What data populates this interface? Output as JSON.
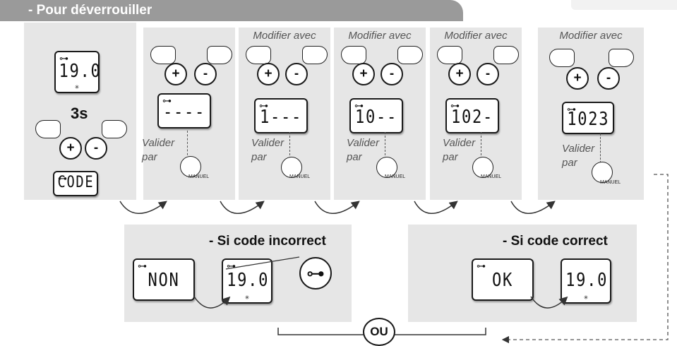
{
  "header": {
    "title": "- Pour déverrouiller"
  },
  "icons": {
    "key": "key-icon",
    "hand": "pointing-hand-icon",
    "sun": "sun-icon",
    "arrow": "curved-arrow-icon"
  },
  "buttons": {
    "plus": "+",
    "minus": "-"
  },
  "steps": [
    {
      "display": "19.0",
      "hold": "3s",
      "code_display": "CODE"
    },
    {
      "modify": "",
      "display": "----",
      "validate": "Valider par",
      "manual": "MANUEL"
    },
    {
      "modify": "Modifier avec",
      "display": "1---",
      "validate": "Valider par",
      "manual": "MANUEL"
    },
    {
      "modify": "Modifier avec",
      "display": "10--",
      "validate": "Valider par",
      "manual": "MANUEL"
    },
    {
      "modify": "Modifier avec",
      "display": "102-",
      "validate": "Valider par",
      "manual": "MANUEL"
    },
    {
      "modify": "Modifier avec",
      "display": "1023",
      "validate": "Valider par",
      "manual": "MANUEL"
    }
  ],
  "incorrect": {
    "title": "- Si code incorrect",
    "display1": "NON",
    "display2": "19.0"
  },
  "correct": {
    "title": "- Si code correct",
    "display1": "OK",
    "display2": "19.0"
  },
  "or_label": "OU"
}
